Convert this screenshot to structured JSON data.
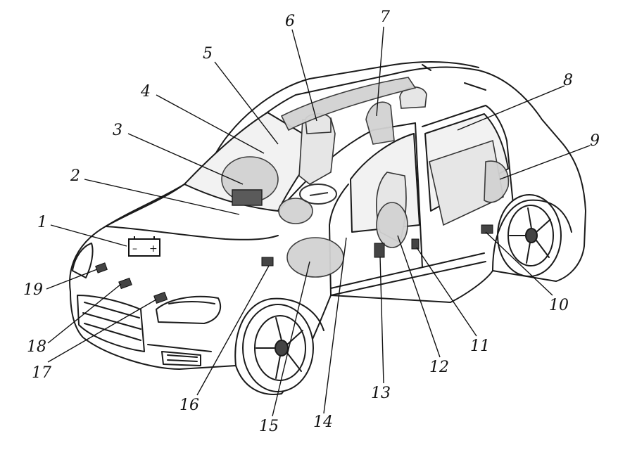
{
  "diagram": {
    "callouts": [
      {
        "id": "c1",
        "label": "1"
      },
      {
        "id": "c2",
        "label": "2"
      },
      {
        "id": "c3",
        "label": "3"
      },
      {
        "id": "c4",
        "label": "4"
      },
      {
        "id": "c5",
        "label": "5"
      },
      {
        "id": "c6",
        "label": "6"
      },
      {
        "id": "c7",
        "label": "7"
      },
      {
        "id": "c8",
        "label": "8"
      },
      {
        "id": "c9",
        "label": "9"
      },
      {
        "id": "c10",
        "label": "10"
      },
      {
        "id": "c11",
        "label": "11"
      },
      {
        "id": "c12",
        "label": "12"
      },
      {
        "id": "c13",
        "label": "13"
      },
      {
        "id": "c14",
        "label": "14"
      },
      {
        "id": "c15",
        "label": "15"
      },
      {
        "id": "c16",
        "label": "16"
      },
      {
        "id": "c17",
        "label": "17"
      },
      {
        "id": "c18",
        "label": "18"
      },
      {
        "id": "c19",
        "label": "19"
      }
    ],
    "battery_symbol": {
      "minus": "–",
      "plus": "+"
    },
    "colors": {
      "line": "#1a1a1a",
      "body": "#ffffff",
      "glass": "#eeeeee",
      "airbag": "#d9d9d9",
      "sensor": "#555555"
    }
  }
}
